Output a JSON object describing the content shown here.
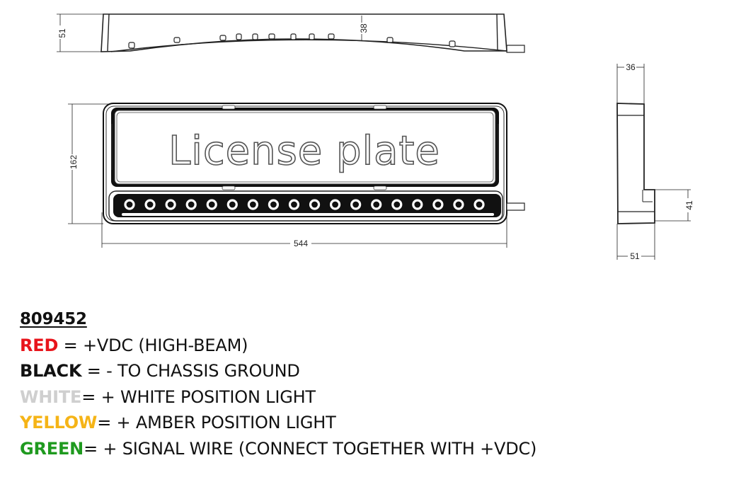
{
  "drawing": {
    "plate_label": "License plate",
    "led_count": 18,
    "dimensions": {
      "top_height": "51",
      "top_center_height": "38",
      "front_height": "162",
      "front_width": "544",
      "side_top_depth": "36",
      "side_bottom_depth": "51",
      "side_lower_height": "41"
    }
  },
  "legend": {
    "part_number": "809452",
    "wires": [
      {
        "color_name": "RED",
        "separator": " = ",
        "description": "+VDC (HIGH-BEAM)",
        "hex": "#e8141b"
      },
      {
        "color_name": "BLACK",
        "separator": " = ",
        "description": "- TO CHASSIS GROUND",
        "hex": "#111111"
      },
      {
        "color_name": "WHITE",
        "separator": "= ",
        "description": "+ WHITE POSITION LIGHT",
        "hex": "#cfcfcf"
      },
      {
        "color_name": "YELLOW",
        "separator": "= ",
        "description": "+ AMBER POSITION LIGHT",
        "hex": "#f5b417"
      },
      {
        "color_name": "GREEN",
        "separator": "= ",
        "description": "+ SIGNAL WIRE (CONNECT TOGETHER WITH +VDC)",
        "hex": "#1f9a1f"
      }
    ]
  }
}
